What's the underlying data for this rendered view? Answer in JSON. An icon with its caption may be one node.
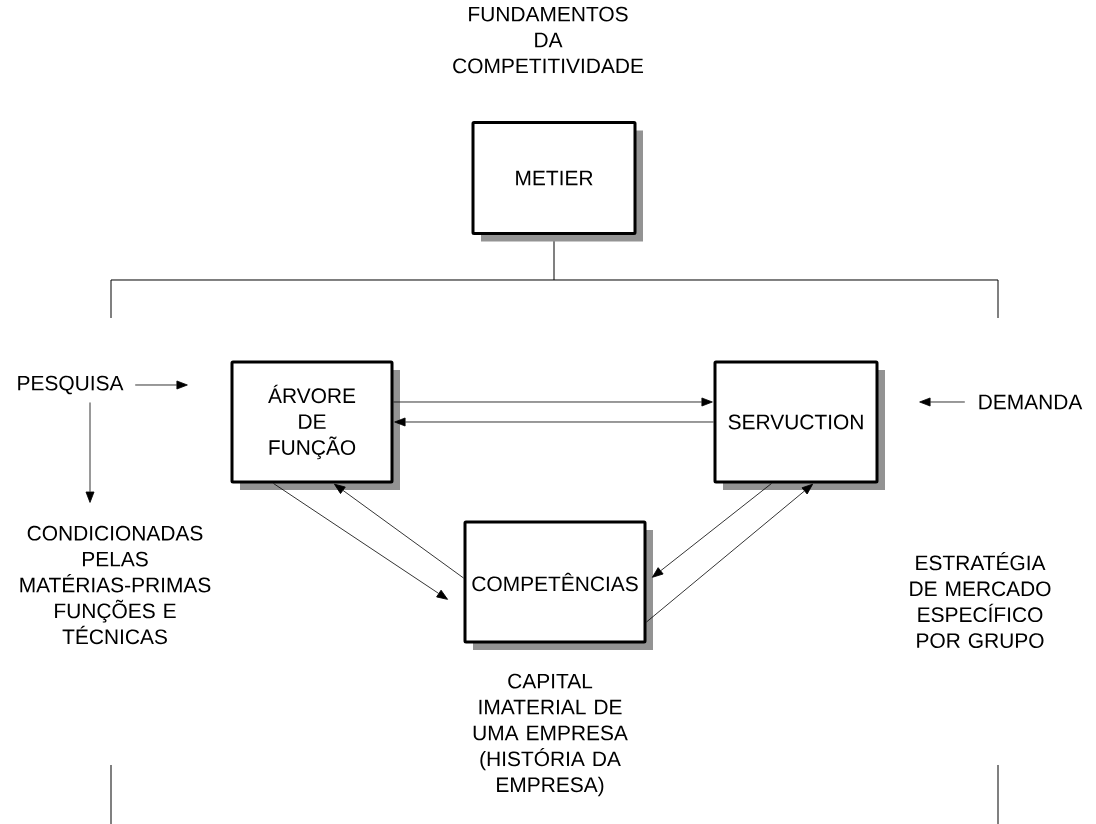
{
  "diagram": {
    "title": "FUNDAMENTOS DA COMPETITIVIDADE",
    "nodes": [
      {
        "text": [
          "METIER"
        ]
      },
      {
        "text": [
          "PESQUISA"
        ]
      },
      {
        "text": [
          "ÁRVORE DE FUNÇÃO"
        ]
      },
      {
        "text": [
          "SERVUCTION"
        ]
      },
      {
        "text": [
          "DEMANDA"
        ]
      },
      {
        "text": [
          "CONDICIONADAS PELAS MATÉRIAS-PRIMAS FUNÇÕES E TÉCNICAS"
        ]
      },
      {
        "text": [
          "COMPETÊNCIAS"
        ]
      },
      {
        "text": [
          "ESTRATÉGIA DE MERCADO ESPECÍFICO POR GRUPO"
        ]
      },
      {
        "text": [
          "CAPITAL IMATERIAL DE UMA EMPRESA (HISTÓRIA DA EMPRESA)"
        ]
      }
    ],
    "edges": [
      {
        "from": 1,
        "to": 2,
        "arrow": "to"
      },
      {
        "from": 1,
        "to": 5,
        "arrow": "to"
      },
      {
        "from": 4,
        "to": 3,
        "arrow": "to"
      },
      {
        "from": 2,
        "to": 3,
        "arrow": "to"
      },
      {
        "from": 3,
        "to": 2,
        "arrow": "to"
      },
      {
        "from": 2,
        "to": 6,
        "arrow": "to"
      },
      {
        "from": 6,
        "to": 2,
        "arrow": "to"
      },
      {
        "from": 3,
        "to": 6,
        "arrow": "to"
      },
      {
        "from": 6,
        "to": 3,
        "arrow": "to"
      }
    ]
  }
}
